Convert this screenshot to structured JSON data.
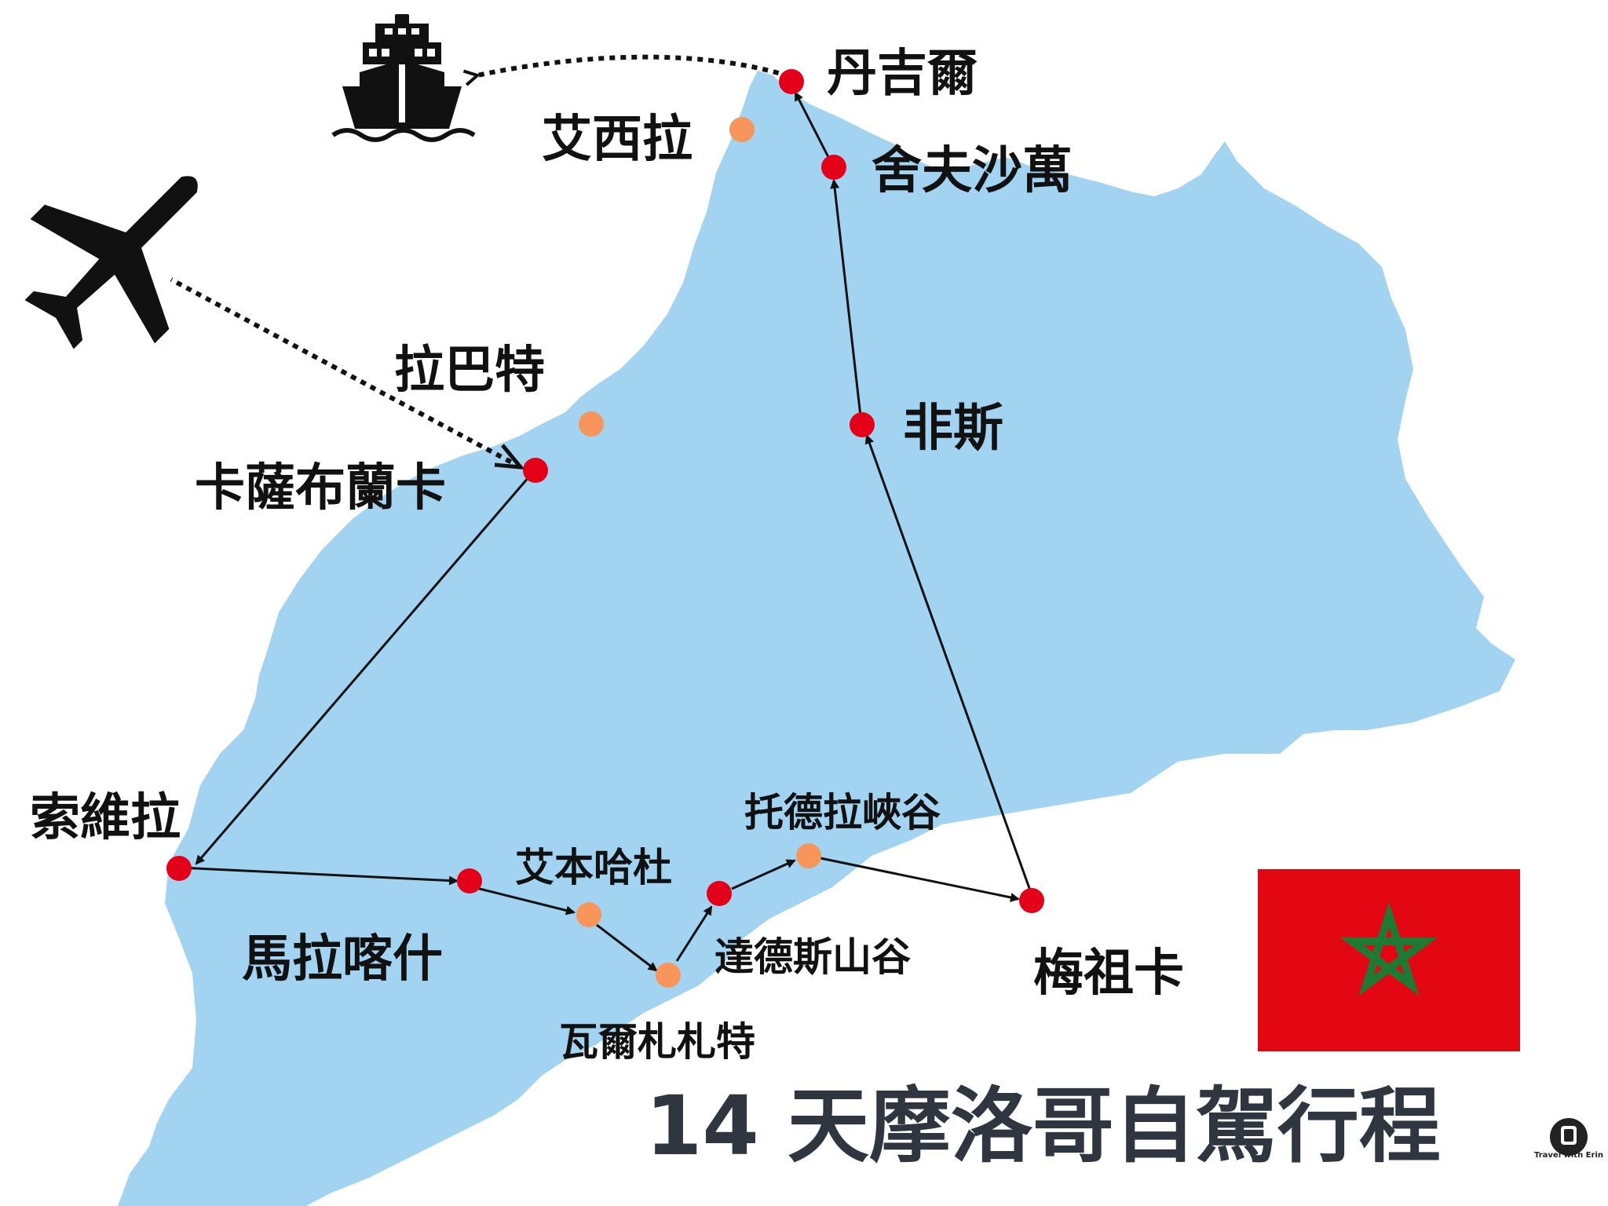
{
  "title": "14 天摩洛哥自駕行程",
  "brand": "Travel with Erin",
  "colors": {
    "land": "#a2d4f2",
    "main_stop": "#e5001a",
    "side_stop": "#f7955a",
    "route": "#111111",
    "flag_red": "#e30613",
    "flag_star": "#1e7a32"
  },
  "icons": [
    "ship-icon",
    "airplane-icon",
    "morocco-flag",
    "brand-logo"
  ],
  "cities": {
    "tangier": "丹吉爾",
    "asilah": "艾西拉",
    "chefchaouen": "舍夫沙萬",
    "rabat": "拉巴特",
    "casablanca": "卡薩布蘭卡",
    "fes": "非斯",
    "essaouira": "索維拉",
    "marrakech": "馬拉喀什",
    "ait_benhaddou": "艾本哈杜",
    "ouarzazate": "瓦爾札札特",
    "dades": "達德斯山谷",
    "todra": "托德拉峽谷",
    "merzouga": "梅祖卡"
  },
  "route_order": [
    "卡薩布蘭卡",
    "索維拉",
    "馬拉喀什",
    "艾本哈杜",
    "瓦爾札札特",
    "達德斯山谷",
    "托德拉峽谷",
    "梅祖卡",
    "非斯",
    "舍夫沙萬",
    "丹吉爾"
  ]
}
